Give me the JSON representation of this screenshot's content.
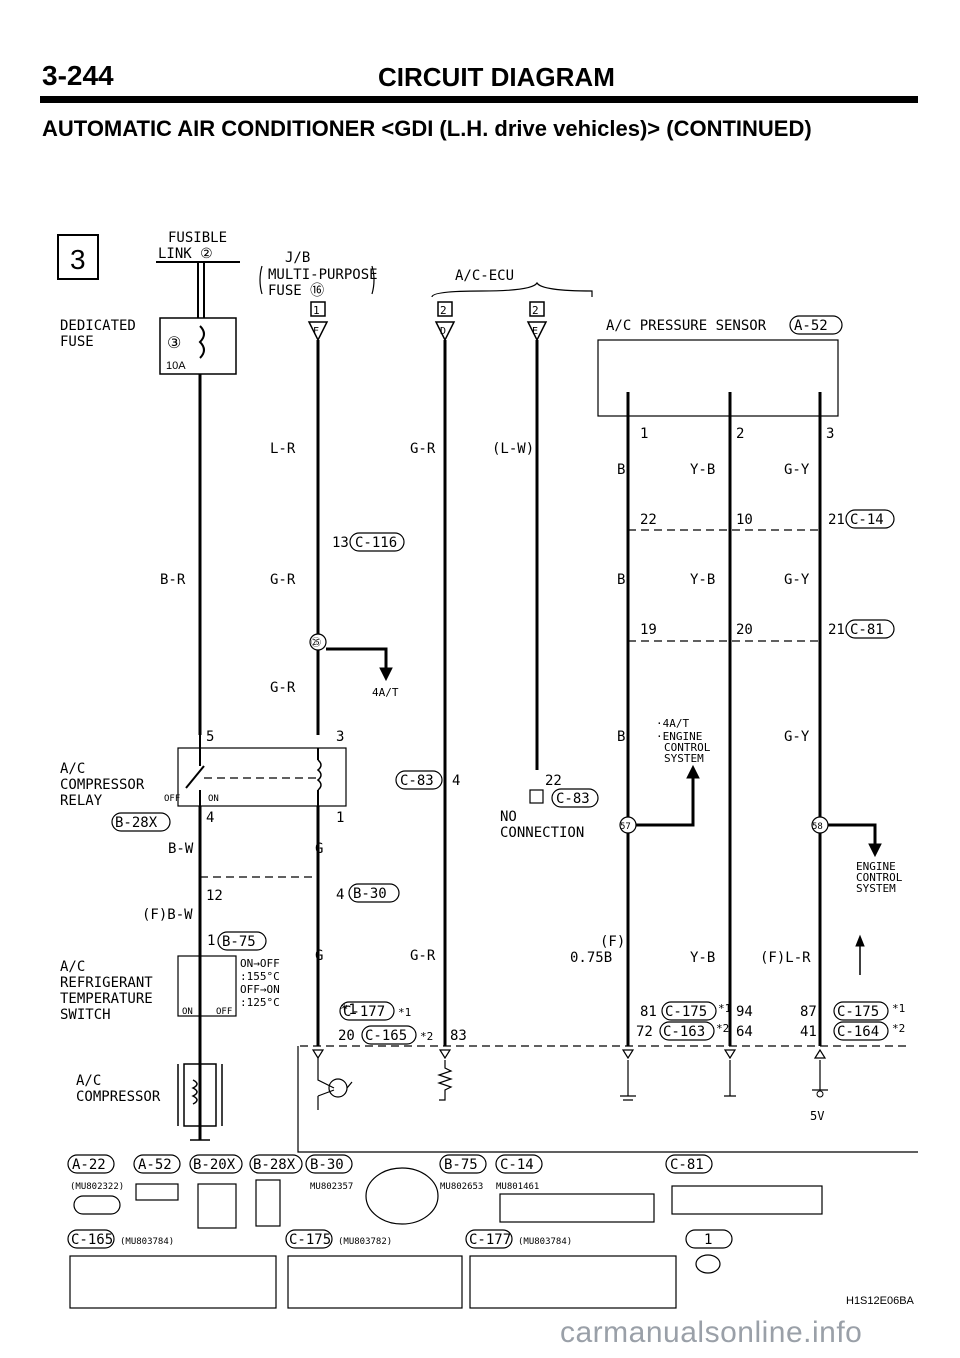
{
  "header": {
    "page_number": "3-244",
    "title": "CIRCUIT DIAGRAM",
    "subtitle": "AUTOMATIC AIR CONDITIONER <GDI (L.H. drive vehicles)> (CONTINUED)"
  },
  "diagram": {
    "section": "3",
    "sources": {
      "fusible_link": [
        "FUSIBLE",
        "LINK ②"
      ],
      "dedicated_fuse": [
        "DEDICATED",
        "FUSE"
      ],
      "fuse_id": "③",
      "fuse_rating": "10A",
      "jb": "J/B",
      "multi_purpose_fuse": [
        "MULTI-PURPOSE",
        "FUSE ⑯"
      ],
      "ac_ecu": "A/C-ECU",
      "pressure_sensor": "A/C PRESSURE SENSOR",
      "pressure_sensor_conn": "A-52",
      "box_numbers": [
        "1",
        "2",
        "2"
      ],
      "terminal_letters": [
        "F",
        "D",
        "E"
      ]
    },
    "wires": {
      "lr": "L-R",
      "gr": "G-R",
      "lw": "(L-W)",
      "br": "B-R",
      "bw": "B-W",
      "fbw": "(F)B-W",
      "g": "G",
      "b": "B",
      "yb": "Y-B",
      "gy": "G-Y",
      "f075b_1": "(F)",
      "f075b_2": "0.75B",
      "flr": "(F)L-R"
    },
    "pins": {
      "p13": "13",
      "c116": "C-116",
      "p25": "㉕",
      "at": "4A/T",
      "p5": "5",
      "p3": "3",
      "p4a": "4",
      "p1": "1",
      "p12": "12",
      "p4b": "4",
      "b30": "B-30",
      "p1b": "1",
      "b75": "B-75",
      "c83": "C-83",
      "p4c": "4",
      "p22": "22",
      "c83b": "C-83",
      "nc": [
        "NO",
        "CONNECTION"
      ],
      "s1": "1",
      "s2": "2",
      "s3": "3",
      "c14_22": "22",
      "c14_10": "10",
      "c14_21": "21",
      "c14": "C-14",
      "c81_19": "19",
      "c81_20": "20",
      "c81_21": "21",
      "c81": "C-81",
      "p57": "57",
      "p58": "58",
      "note": [
        "·4A/T",
        "·ENGINE",
        "CONTROL",
        "SYSTEM"
      ],
      "ecs": [
        "ENGINE",
        "CONTROL",
        "SYSTEM"
      ],
      "c177": "C-177",
      "c165": "C-165",
      "p20": "20",
      "p83": "83",
      "p81": "81",
      "p72": "72",
      "c175": "C-175",
      "c163": "C-163",
      "p94": "94",
      "p64": "64",
      "p87": "87",
      "p41": "41",
      "c175b": "C-175",
      "c164": "C-164",
      "star1": "*1",
      "star2": "*2",
      "v5": "5V"
    },
    "components": {
      "relay": [
        "A/C",
        "COMPRESSOR",
        "RELAY"
      ],
      "relay_conn": "B-28X",
      "off_on": [
        "OFF",
        "ON"
      ],
      "switch": [
        "A/C",
        "REFRIGERANT",
        "TEMPERATURE",
        "SWITCH"
      ],
      "switch_spec": [
        "ON→OFF",
        ":155°C",
        "OFF→ON",
        ":125°C"
      ],
      "sw_on": "ON",
      "sw_off": "OFF",
      "compressor": [
        "A/C",
        "COMPRESSOR"
      ]
    },
    "connectors": {
      "a22": "A-22",
      "a52": "A-52",
      "b20x": "B-20X",
      "b28x": "B-28X",
      "b30": "B-30",
      "b75": "B-75",
      "c14": "C-14",
      "c81": "C-81",
      "c165": "C-165",
      "c175": "C-175",
      "c177": "C-177",
      "c1": "1",
      "mu1": "(MU802322)",
      "mu2": "MU802357",
      "mu3": "MU802653",
      "mu4": "MU801461",
      "mu5": "(MU803784)",
      "mu6": "(MU803782)",
      "mu7": "(MU803784)",
      "code": "H1S12E06BA"
    }
  },
  "watermark": "carmanualsonline.info"
}
